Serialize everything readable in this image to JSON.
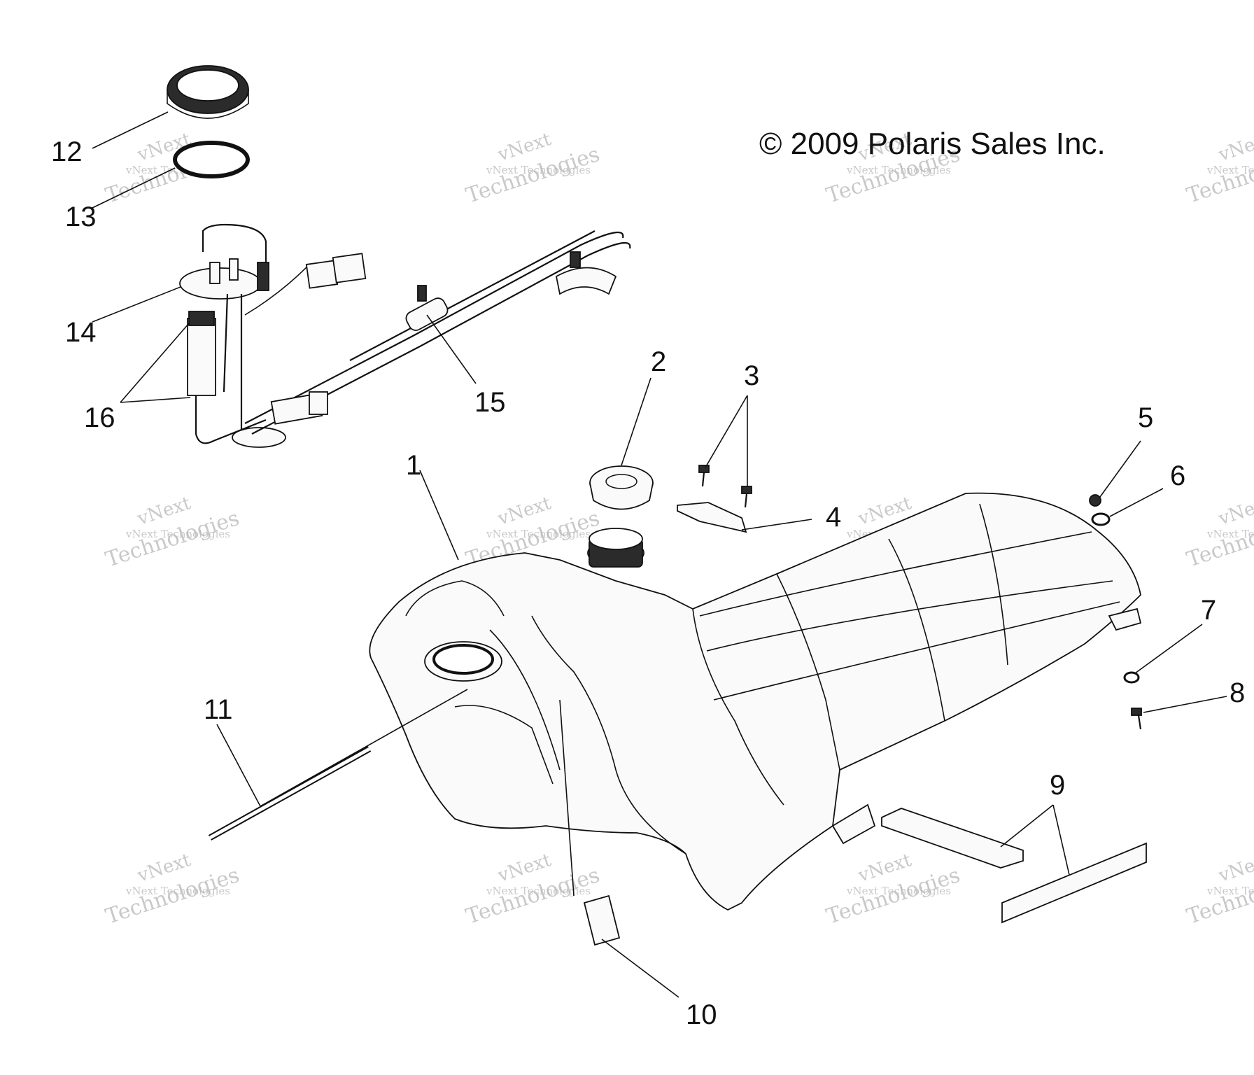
{
  "copyright": "© 2009 Polaris Sales Inc.",
  "watermark": {
    "line1": "vNext",
    "line2": "vNext Technologies",
    "line3": "Technologies"
  },
  "callouts": {
    "c1": "1",
    "c2": "2",
    "c3": "3",
    "c4": "4",
    "c5": "5",
    "c6": "6",
    "c7": "7",
    "c8": "8",
    "c9": "9",
    "c10": "10",
    "c11": "11",
    "c12": "12",
    "c13": "13",
    "c14": "14",
    "c15": "15",
    "c16": "16"
  }
}
